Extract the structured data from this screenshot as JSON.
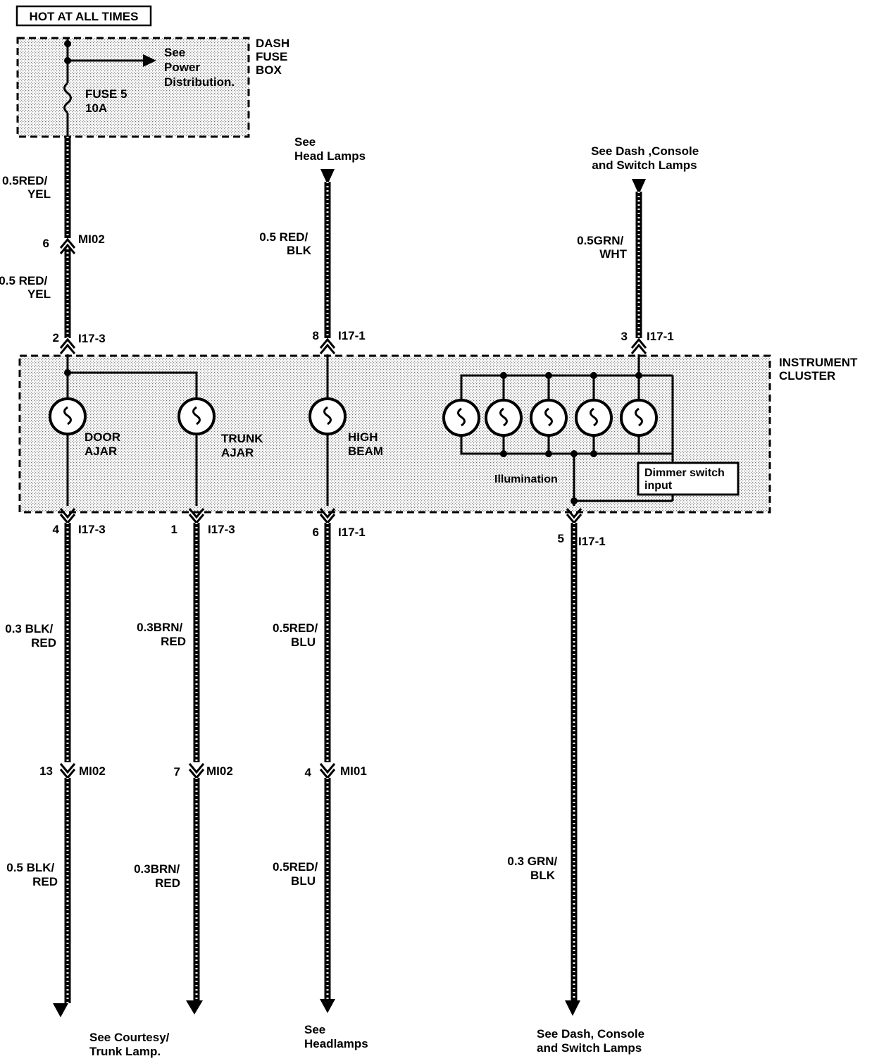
{
  "header": {
    "hot_label": "HOT AT ALL TIMES"
  },
  "fuse_box": {
    "name_lines": [
      "DASH",
      "FUSE",
      "BOX"
    ],
    "see_lines": [
      "See",
      "Power",
      "Distribution."
    ],
    "fuse_lines": [
      "FUSE 5",
      "10A"
    ]
  },
  "cluster": {
    "name_lines": [
      "INSTRUMENT",
      "CLUSTER"
    ],
    "lamps": {
      "door": [
        "DOOR",
        "AJAR"
      ],
      "trunk": [
        "TRUNK",
        "AJAR"
      ],
      "high": [
        "HIGH",
        "BEAM"
      ]
    },
    "illumination": "Illumination",
    "dimmer_lines": [
      "Dimmer switch",
      "input"
    ]
  },
  "top_refs": {
    "head": [
      "See",
      "Head Lamps"
    ],
    "dash": [
      "See Dash ,Console",
      "and Switch Lamps"
    ]
  },
  "wires": {
    "top_left_1": [
      "0.5RED/",
      "YEL"
    ],
    "top_left_2": [
      "0.5 RED/",
      "YEL"
    ],
    "top_mid": [
      "0.5 RED/",
      "BLK"
    ],
    "top_right": [
      "0.5GRN/",
      "WHT"
    ],
    "door_1": [
      "0.3 BLK/",
      "RED"
    ],
    "trunk_1": [
      "0.3BRN/",
      "RED"
    ],
    "high_1": [
      "0.5RED/",
      "BLU"
    ],
    "door_2": [
      "0.5 BLK/",
      "RED"
    ],
    "trunk_2": [
      "0.3BRN/",
      "RED"
    ],
    "high_2": [
      "0.5RED/",
      "BLU"
    ],
    "illum": [
      "0.3 GRN/",
      "BLK"
    ]
  },
  "connectors": {
    "mi02_top": {
      "pin": "6",
      "name": "MI02"
    },
    "c2": {
      "pin": "2",
      "name": "I17-3"
    },
    "c8": {
      "pin": "8",
      "name": "I17-1"
    },
    "c3": {
      "pin": "3",
      "name": "I17-1"
    },
    "c4": {
      "pin": "4",
      "name": "I17-3"
    },
    "c1": {
      "pin": "1",
      "name": "I17-3"
    },
    "c6": {
      "pin": "6",
      "name": "I17-1"
    },
    "c5": {
      "pin": "5",
      "name": "I17-1"
    },
    "m13": {
      "pin": "13",
      "name": "MI02"
    },
    "m7": {
      "pin": "7",
      "name": "MI02"
    },
    "m4": {
      "pin": "4",
      "name": "MI01"
    }
  },
  "bottom_refs": {
    "courtesy": [
      "See Courtesy/",
      "Trunk Lamp."
    ],
    "headlamps": [
      "See",
      "Headlamps"
    ],
    "dash": [
      "See Dash, Console",
      "and Switch Lamps"
    ]
  }
}
